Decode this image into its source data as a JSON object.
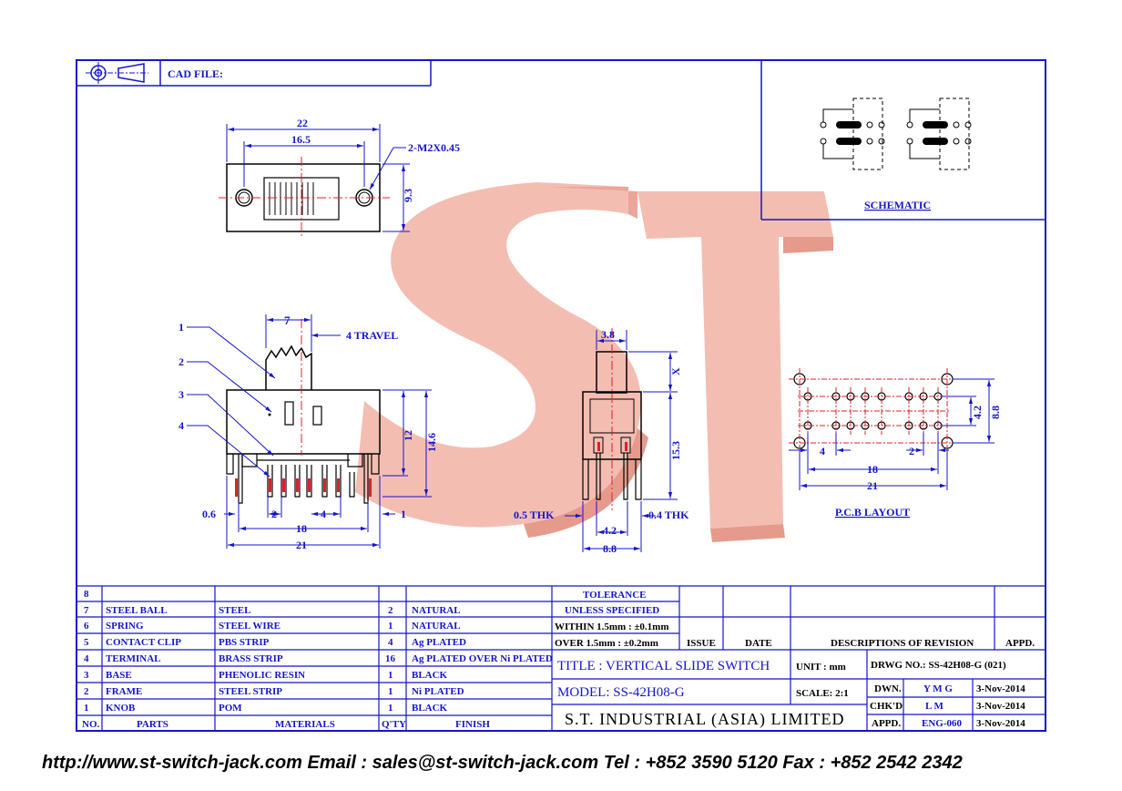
{
  "header": {
    "cad_file_label": "CAD FILE:"
  },
  "schematic": {
    "label": "SCHEMATIC"
  },
  "watermark": {
    "text": "ST"
  },
  "top_view": {
    "dims": {
      "overall": "22",
      "holes": "16.5",
      "height": "9.3",
      "screw": "2-M2X0.45"
    }
  },
  "side_view": {
    "callouts": [
      "1",
      "2",
      "3",
      "4"
    ],
    "dims": {
      "knob_width": "7",
      "travel": "4 TRAVEL",
      "h12": "12",
      "h14_6": "14.6",
      "pitch2": "2",
      "pitch4": "4",
      "w18": "18",
      "w21": "21",
      "t06": "0.6",
      "t1": "1"
    }
  },
  "end_view": {
    "dims": {
      "knob": "3.8",
      "x": "X",
      "h15_3": "15.3",
      "thk05": "0.5 THK",
      "thk04": "0.4 THK",
      "w4_2": "4.2",
      "w8_8": "8.8"
    }
  },
  "pcb": {
    "label": "P.C.B LAYOUT",
    "dims": {
      "d4": "4",
      "d2": "2",
      "d18": "18",
      "d21": "21",
      "v4_2": "4.2",
      "v8_8": "8.8"
    }
  },
  "bom": {
    "rows": [
      {
        "no": "8",
        "part": "",
        "material": "",
        "qty": "",
        "finish": ""
      },
      {
        "no": "7",
        "part": "STEEL BALL",
        "material": "STEEL",
        "qty": "2",
        "finish": "NATURAL"
      },
      {
        "no": "6",
        "part": "SPRING",
        "material": "STEEL WIRE",
        "qty": "1",
        "finish": "NATURAL"
      },
      {
        "no": "5",
        "part": "CONTACT CLIP",
        "material": "PBS STRIP",
        "qty": "4",
        "finish": "Ag PLATED"
      },
      {
        "no": "4",
        "part": "TERMINAL",
        "material": "BRASS STRIP",
        "qty": "16",
        "finish": "Ag PLATED OVER Ni PLATED"
      },
      {
        "no": "3",
        "part": "BASE",
        "material": "PHENOLIC RESIN",
        "qty": "1",
        "finish": "BLACK"
      },
      {
        "no": "2",
        "part": "FRAME",
        "material": "STEEL STRIP",
        "qty": "1",
        "finish": "Ni PLATED"
      },
      {
        "no": "1",
        "part": "KNOB",
        "material": "POM",
        "qty": "1",
        "finish": "BLACK"
      }
    ],
    "headers": {
      "no": "NO.",
      "part": "PARTS",
      "material": "MATERIALS",
      "qty": "Q'TY",
      "finish": "FINISH"
    }
  },
  "title_block": {
    "tolerance": "TOLERANCE",
    "unless": "UNLESS  SPECIFIED",
    "within": "WITHIN 1.5mm : ±0.1mm",
    "over": "OVER 1.5mm : ±0.2mm",
    "issue": "ISSUE",
    "date": "DATE",
    "descriptions": "DESCRIPTIONS  OF  REVISION",
    "appd_head": "APPD.",
    "title": "TITLE :  VERTICAL  SLIDE  SWITCH",
    "unit": "UNIT :  mm",
    "drwg": "DRWG NO.: SS-42H08-G (021)",
    "model": "MODEL:  SS-42H08-G",
    "scale": "SCALE:  2:1",
    "dwn": "DWN.",
    "dwn_name": "Y M G",
    "dwn_date": "3-Nov-2014",
    "chkd": "CHK'D",
    "chkd_name": "L M",
    "chkd_date": "3-Nov-2014",
    "appd": "APPD.",
    "appd_name": "ENG-060",
    "appd_date": "3-Nov-2014",
    "company": "S.T.  INDUSTRIAL  (ASIA)  LIMITED"
  },
  "footer": {
    "text": "http://www.st-switch-jack.com  Email : sales@st-switch-jack.com  Tel : +852 3590 5120  Fax : +852 2542 2342"
  }
}
